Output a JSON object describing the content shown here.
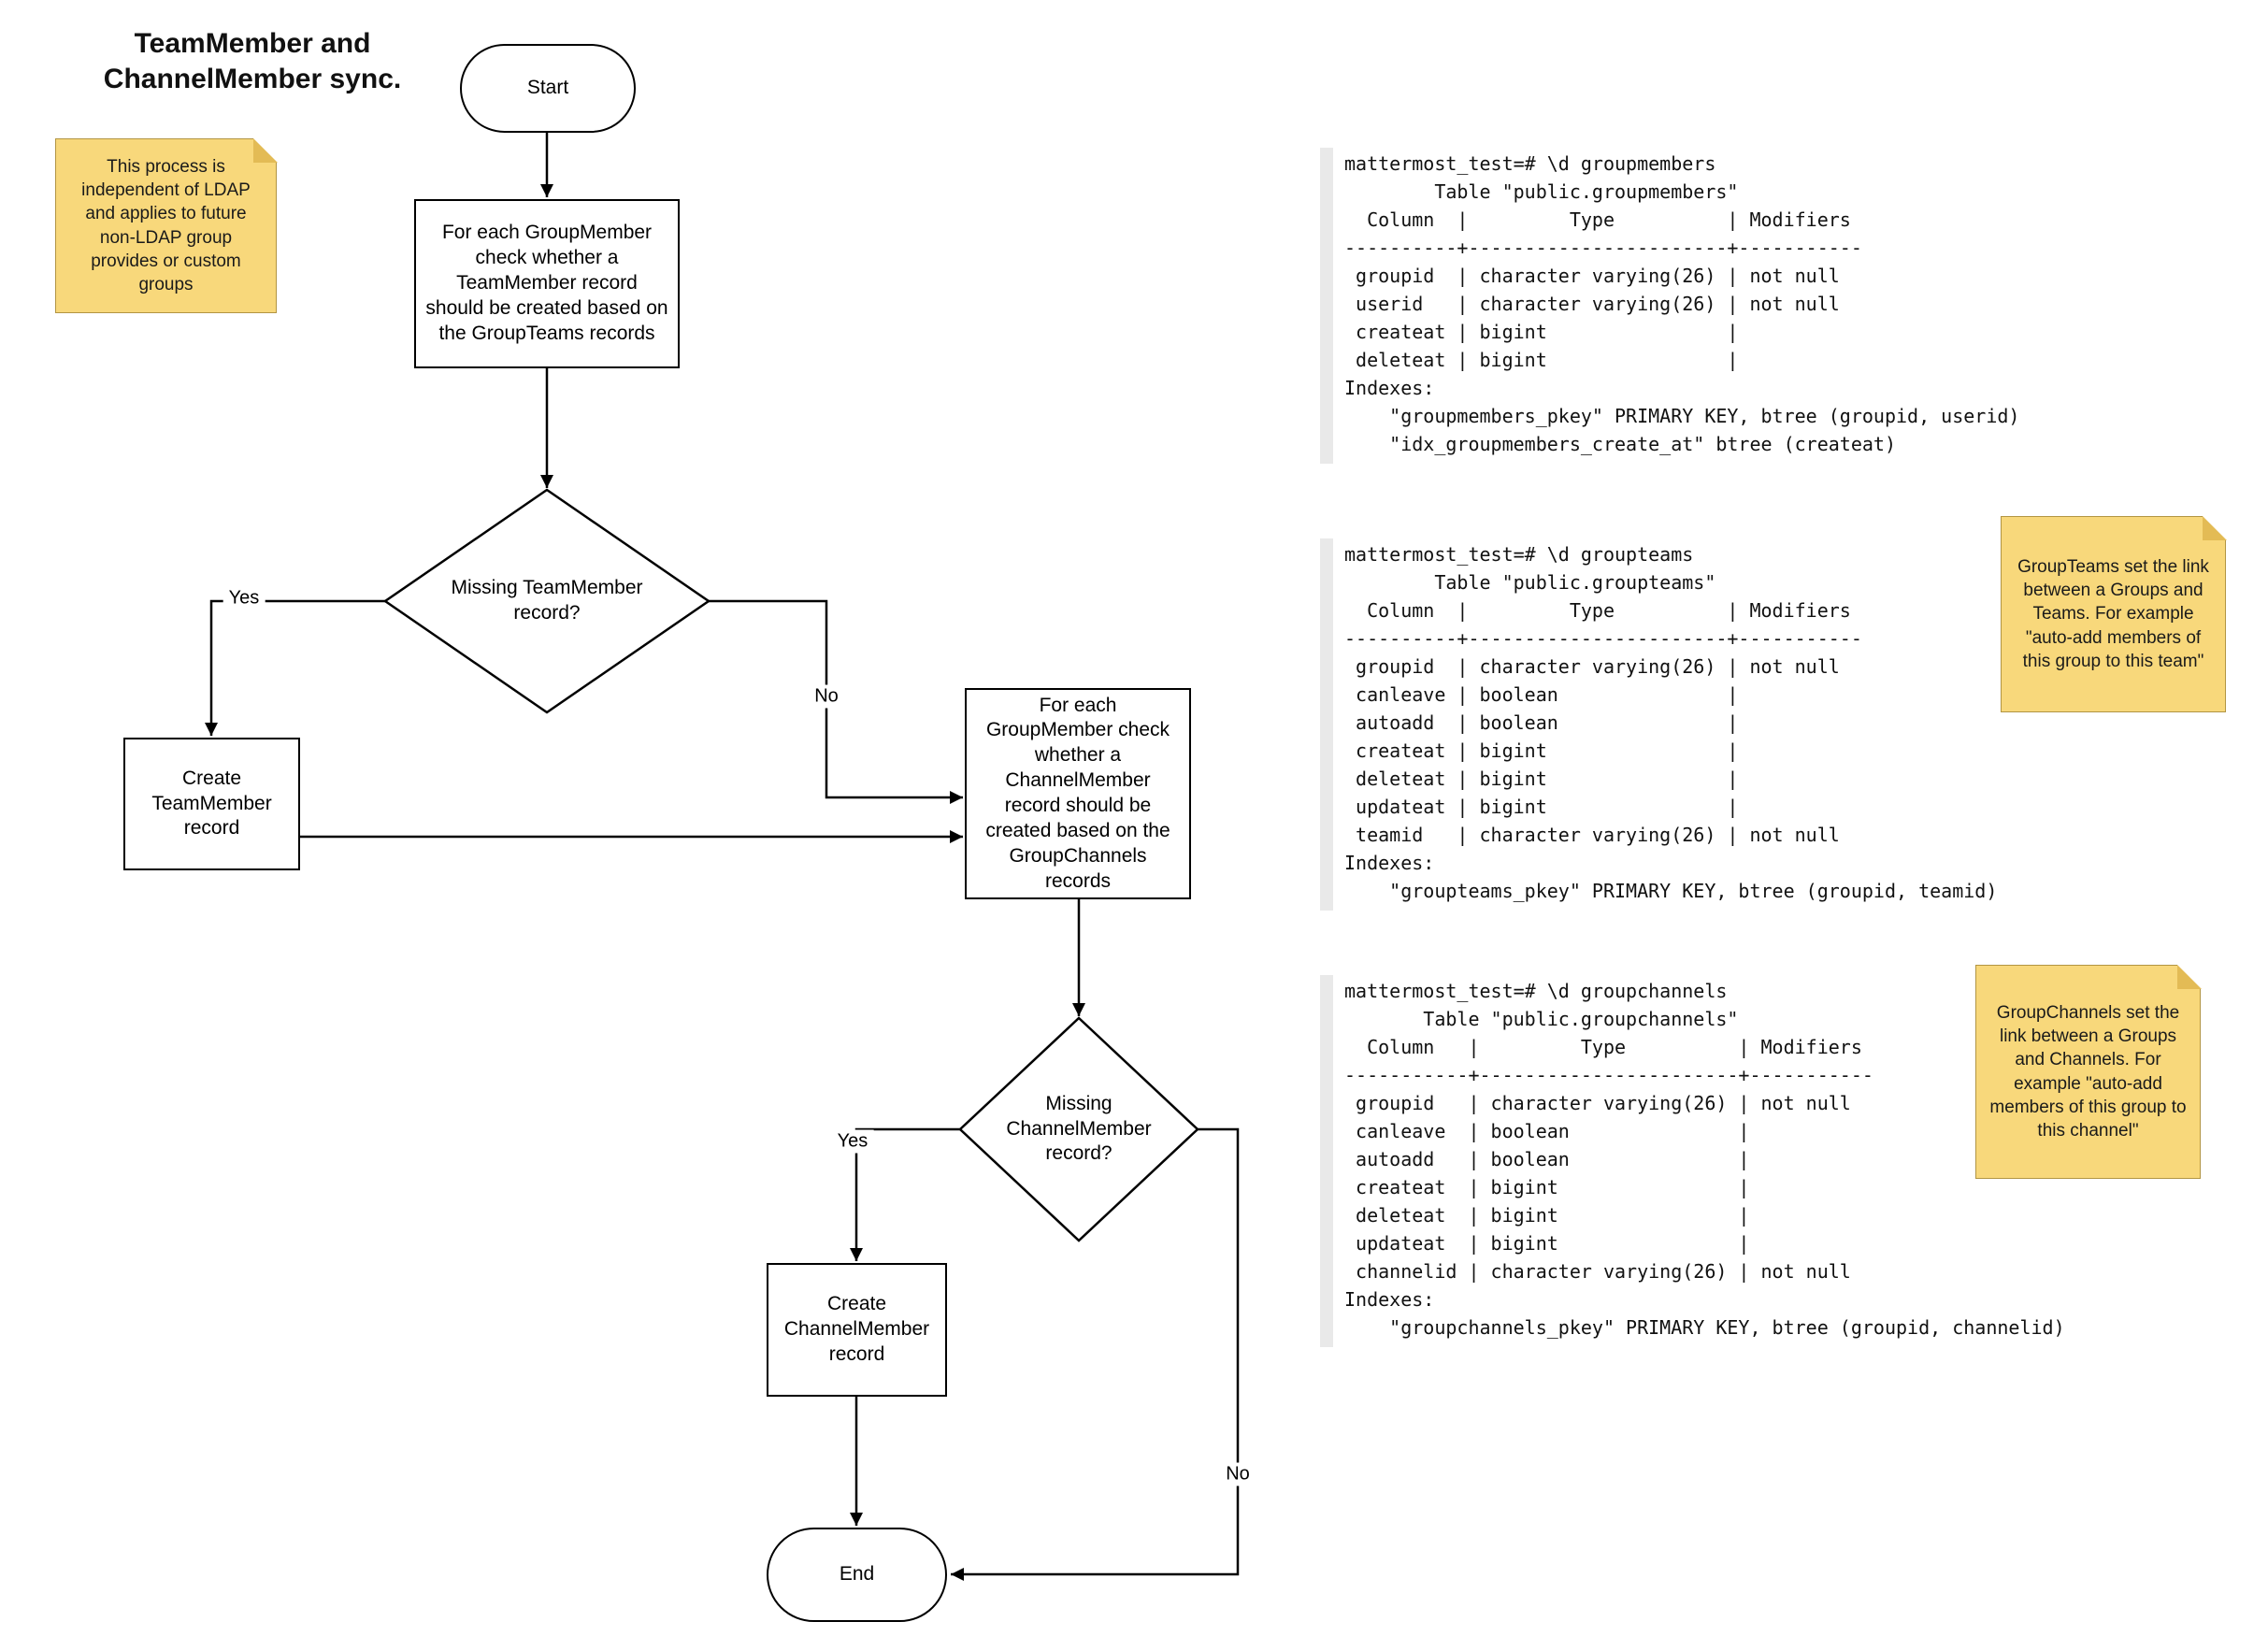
{
  "title": "TeamMember and\nChannelMember sync.",
  "colors": {
    "note_fill": "#f8d87b",
    "note_border": "#b29543",
    "note_fold": "#e3bb55",
    "code_gutter": "#e9e9e9"
  },
  "flowchart": {
    "start": "Start",
    "process_team": "For each GroupMember check whether a TeamMember record should be created based on the GroupTeams records",
    "decision_team": "Missing TeamMember record?",
    "create_team": "Create TeamMember record",
    "process_channel": "For each GroupMember check whether a ChannelMember record should be created based on the GroupChannels records",
    "decision_channel": "Missing ChannelMember record?",
    "create_channel": "Create ChannelMember record",
    "end": "End",
    "labels": {
      "yes_team": "Yes",
      "no_team": "No",
      "yes_channel": "Yes",
      "no_channel": "No"
    }
  },
  "notes": {
    "ldap": "This process is independent of LDAP and applies to future non-LDAP group provides or custom groups",
    "groupteams": "GroupTeams set the link between a Groups and Teams. For example \"auto-add members of this group to this team\"",
    "groupchannels": "GroupChannels set the link between a Groups and Channels. For example \"auto-add members of this group to this channel\""
  },
  "terminals": {
    "groupmembers": "mattermost_test=# \\d groupmembers\n        Table \"public.groupmembers\"\n  Column  |         Type          | Modifiers\n----------+-----------------------+-----------\n groupid  | character varying(26) | not null\n userid   | character varying(26) | not null\n createat | bigint                |\n deleteat | bigint                |\nIndexes:\n    \"groupmembers_pkey\" PRIMARY KEY, btree (groupid, userid)\n    \"idx_groupmembers_create_at\" btree (createat)",
    "groupteams": "mattermost_test=# \\d groupteams\n        Table \"public.groupteams\"\n  Column  |         Type          | Modifiers\n----------+-----------------------+-----------\n groupid  | character varying(26) | not null\n canleave | boolean               |\n autoadd  | boolean               |\n createat | bigint                |\n deleteat | bigint                |\n updateat | bigint                |\n teamid   | character varying(26) | not null\nIndexes:\n    \"groupteams_pkey\" PRIMARY KEY, btree (groupid, teamid)",
    "groupchannels": "mattermost_test=# \\d groupchannels\n       Table \"public.groupchannels\"\n  Column   |         Type          | Modifiers\n-----------+-----------------------+-----------\n groupid   | character varying(26) | not null\n canleave  | boolean               |\n autoadd   | boolean               |\n createat  | bigint                |\n deleteat  | bigint                |\n updateat  | bigint                |\n channelid | character varying(26) | not null\nIndexes:\n    \"groupchannels_pkey\" PRIMARY KEY, btree (groupid, channelid)"
  }
}
